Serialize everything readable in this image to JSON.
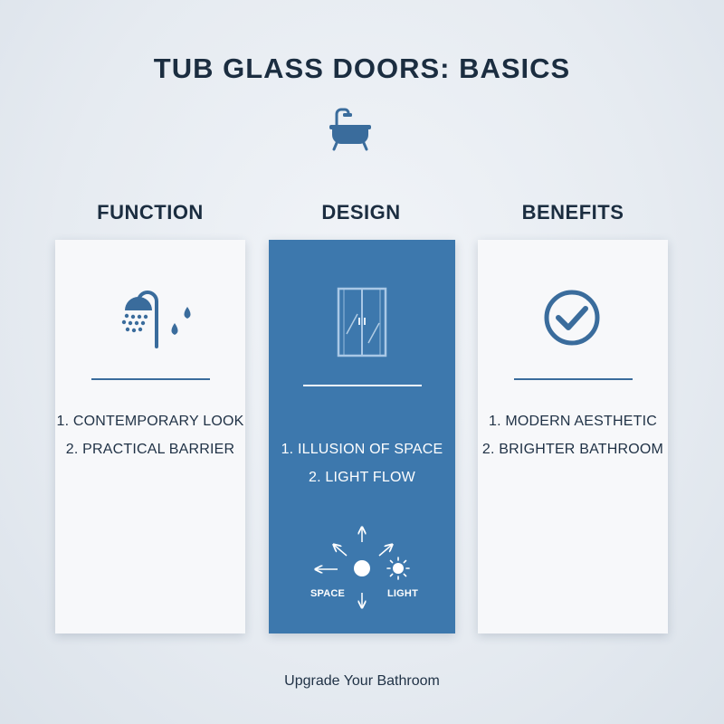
{
  "title": "TUB GLASS DOORS: BASICS",
  "icons": {
    "header": "bathtub-icon",
    "function": "shower-head-icon",
    "design": "glass-door-icon",
    "benefits": "check-circle-icon"
  },
  "columns": {
    "function": {
      "heading": "FUNCTION",
      "items": [
        "1. CONTEMPORARY LOOK",
        "2. PRACTICAL BARRIER"
      ]
    },
    "design": {
      "heading": "DESIGN",
      "items": [
        "1. ILLUSION OF SPACE",
        "2. LIGHT FLOW"
      ],
      "diagram": {
        "left_label": "SPACE",
        "right_label": "LIGHT"
      }
    },
    "benefits": {
      "heading": "BENEFITS",
      "items": [
        "1. MODERN AESTHETIC",
        "2. BRIGHTER BATHROOM"
      ]
    }
  },
  "footer": "Upgrade Your Bathroom",
  "colors": {
    "accent": "#3d78ad",
    "icon": "#3a6c9c",
    "text": "#1b2d40"
  }
}
